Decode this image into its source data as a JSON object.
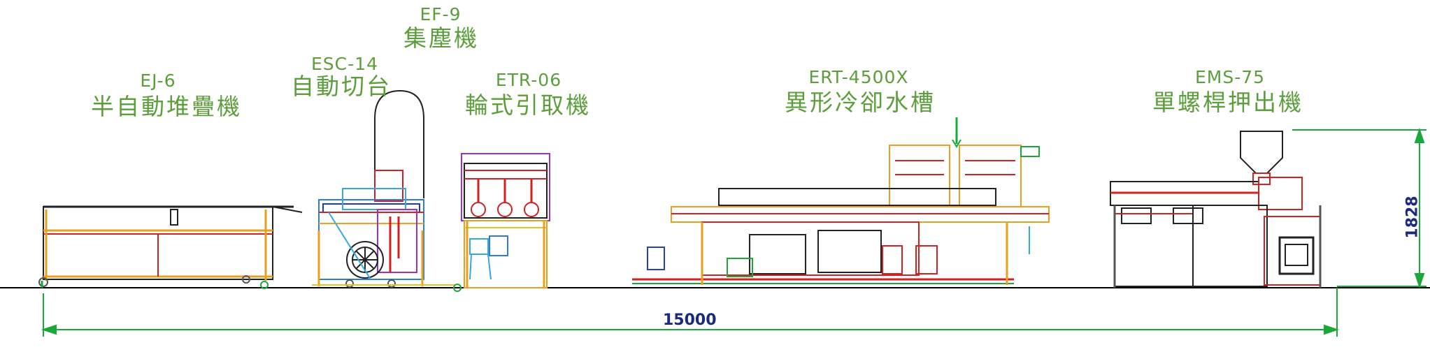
{
  "colors": {
    "label_green": "#5c9e3c",
    "dimension_blue": "#1b2a7a"
  },
  "machines": [
    {
      "model": "EJ-6",
      "name": "半自動堆疊機"
    },
    {
      "model": "ESC-14",
      "name": "自動切台"
    },
    {
      "model": "EF-9",
      "name": "集塵機"
    },
    {
      "model": "ETR-06",
      "name": "輪式引取機"
    },
    {
      "model": "ERT-4500X",
      "name": "異形冷卻水槽"
    },
    {
      "model": "EMS-75",
      "name": "單螺桿押出機"
    }
  ],
  "dimensions": {
    "total_length": "15000",
    "height": "1828"
  }
}
